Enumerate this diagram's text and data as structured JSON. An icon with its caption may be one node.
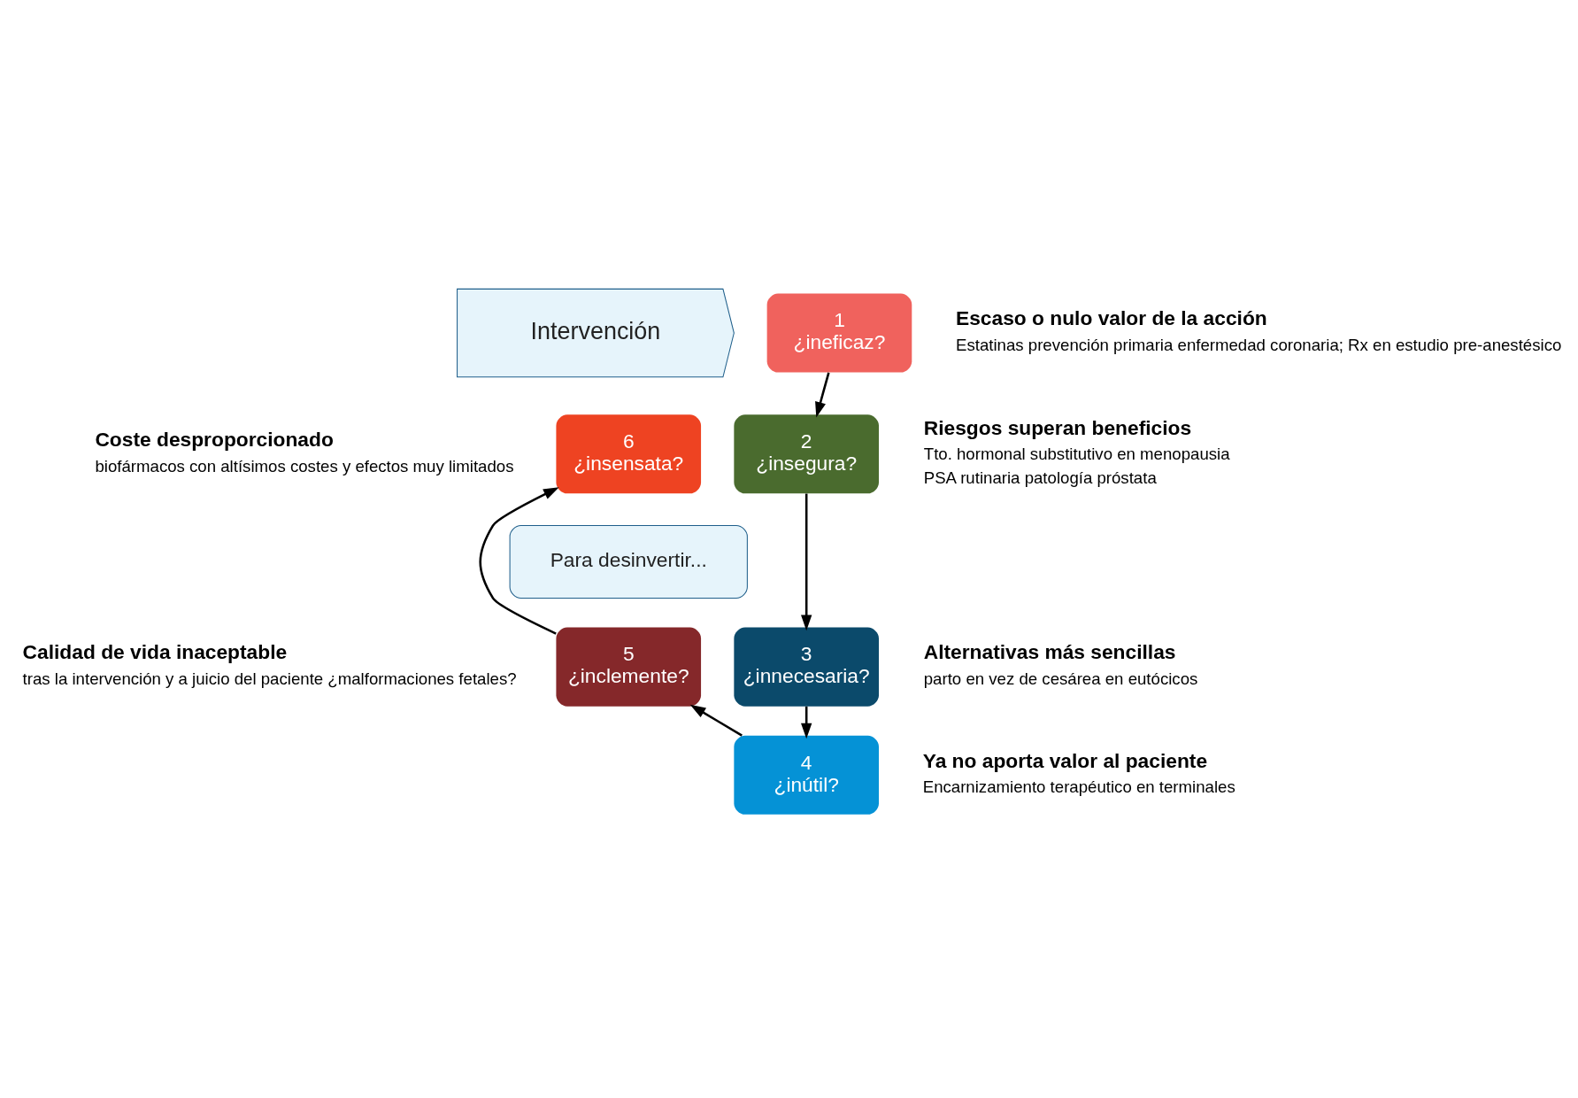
{
  "diagram": {
    "nodes": [
      {
        "text": [
          "Intervención"
        ]
      },
      {
        "text": [
          "1",
          "¿ineficaz?"
        ],
        "beside": [
          "Escaso o nulo valor de la acción",
          "Estatinas prevención primaria enfermedad coronaria; Rx en estudio pre-anestésico"
        ]
      },
      {
        "text": [
          "2",
          "¿insegura?"
        ],
        "beside": [
          "Riesgos superan beneficios",
          "Tto. hormonal substitutivo en menopausia",
          "PSA rutinaria patología próstata"
        ]
      },
      {
        "text": [
          "3",
          "¿innecesaria?"
        ],
        "beside": [
          "Alternativas más sencillas",
          "parto en vez de cesárea en eutócicos"
        ]
      },
      {
        "text": [
          "4",
          "¿inútil?"
        ],
        "beside": [
          "Ya no aporta valor al paciente",
          "Encarnizamiento terapéutico en terminales"
        ]
      },
      {
        "text": [
          "5",
          "¿inclemente?"
        ],
        "beside": [
          "Calidad de vida inaceptable",
          "tras la intervención y a juicio del paciente ¿malformaciones fetales?"
        ]
      },
      {
        "text": [
          "6",
          "¿insensata?"
        ],
        "beside": [
          "Coste desproporcionado",
          "biofármacos con altísimos costes y efectos muy limitados"
        ]
      },
      {
        "text": [
          "Para desinvertir..."
        ]
      }
    ],
    "edges": [
      {
        "from": 1,
        "to": 2,
        "arrow": "to"
      },
      {
        "from": 2,
        "to": 3,
        "arrow": "to"
      },
      {
        "from": 3,
        "to": 4,
        "arrow": "to"
      },
      {
        "from": 4,
        "to": 5,
        "arrow": "to"
      },
      {
        "from": 5,
        "to": 6,
        "arrow": "to"
      }
    ]
  }
}
